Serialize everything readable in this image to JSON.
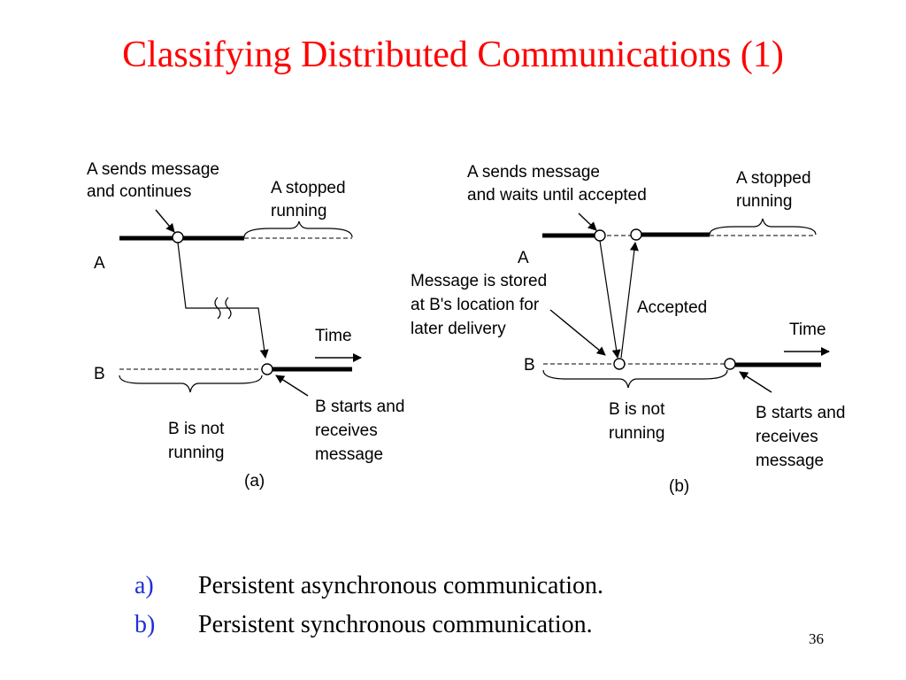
{
  "slide": {
    "title": "Classifying Distributed Communications (1)",
    "page_number": "36"
  },
  "diagram_a": {
    "sends_label_line1": "A sends message",
    "sends_label_line2": "and continues",
    "stopped_line1": "A stopped",
    "stopped_line2": "running",
    "process_a": "A",
    "process_b": "B",
    "time_label": "Time",
    "b_not_running_line1": "B is not",
    "b_not_running_line2": "running",
    "b_starts_line1": "B starts and",
    "b_starts_line2": "receives",
    "b_starts_line3": "message",
    "caption": "(a)"
  },
  "diagram_b": {
    "sends_label_line1": "A sends message",
    "sends_label_line2": "and waits until accepted",
    "stopped_line1": "A stopped",
    "stopped_line2": "running",
    "process_a": "A",
    "process_b": "B",
    "stored_line1": "Message is stored",
    "stored_line2": "at B's location for",
    "stored_line3": "later delivery",
    "accepted_label": "Accepted",
    "time_label": "Time",
    "b_not_running_line1": "B is not",
    "b_not_running_line2": "running",
    "b_starts_line1": "B starts and",
    "b_starts_line2": "receives",
    "b_starts_line3": "message",
    "caption": "(b)"
  },
  "bullets": [
    {
      "label": "a)",
      "text": "Persistent asynchronous communication."
    },
    {
      "label": "b)",
      "text": "Persistent synchronous communication."
    }
  ],
  "colors": {
    "title": "#ff0000",
    "bullet_label": "#1f2fd6"
  }
}
